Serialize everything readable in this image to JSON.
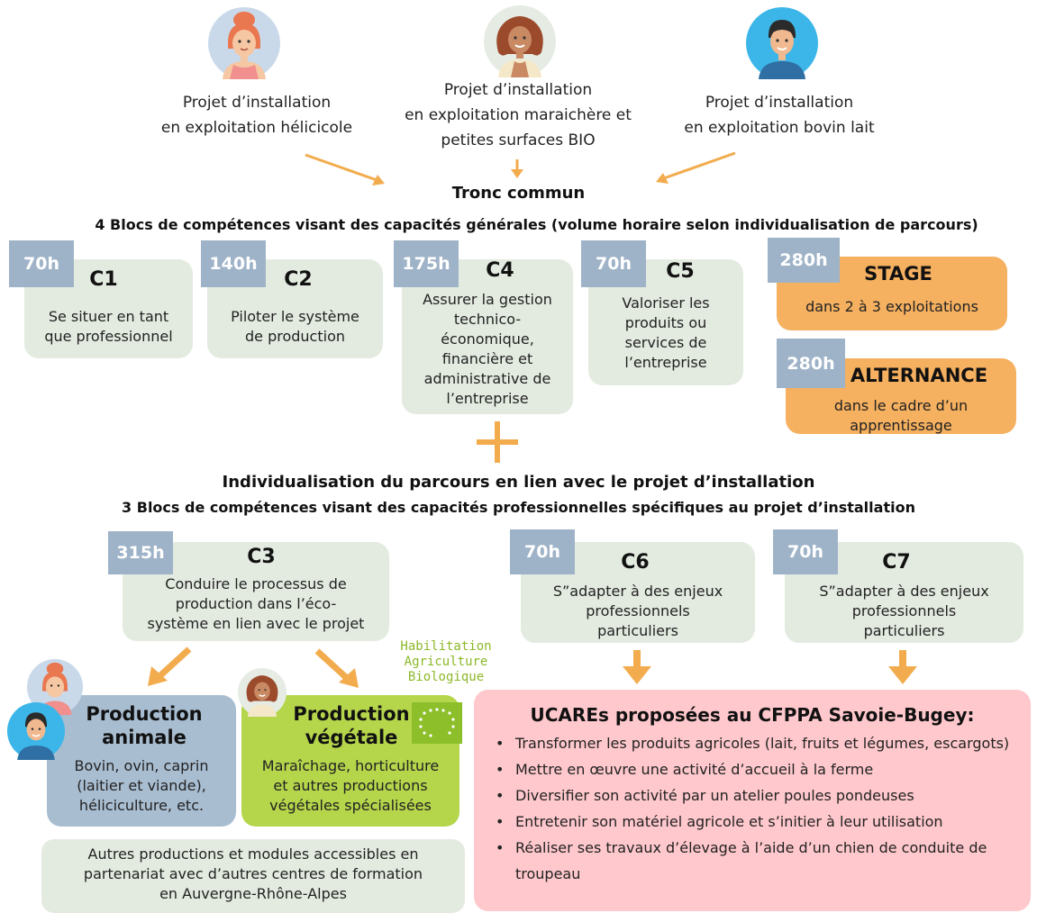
{
  "colors": {
    "green_card": "#e3ebe0",
    "hours_badge": "#9fb3c8",
    "orange": "#f5b060",
    "arrow": "#f2ac4e",
    "animal": "#a9bdd1",
    "vegetal": "#b5d54b",
    "ucare": "#ffc8cc",
    "bio_text": "#8cb828"
  },
  "profiles": [
    {
      "icon": "woman-avatar-icon",
      "text": "Projet d’installation\nen exploitation hélicicole"
    },
    {
      "icon": "curly-woman-avatar-icon",
      "text": "Projet d’installation\nen exploitation maraichère et\npetites surfaces BIO"
    },
    {
      "icon": "man-avatar-icon",
      "text": "Projet d’installation\nen exploitation bovin lait"
    }
  ],
  "tronc": {
    "title": "Tronc commun",
    "subtitle": "4 Blocs de compétences visant des capacités générales (volume horaire selon individualisation de parcours)"
  },
  "blocks_top": [
    {
      "hours": "70h",
      "code": "C1",
      "text": "Se situer en tant\nque professionnel"
    },
    {
      "hours": "140h",
      "code": "C2",
      "text": "Piloter le système\nde production"
    },
    {
      "hours": "175h",
      "code": "C4",
      "text": "Assurer la gestion\ntechnico-\néconomique,\nfinancière et\nadministrative de\nl’entreprise"
    },
    {
      "hours": "70h",
      "code": "C5",
      "text": "Valoriser les\nproduits ou\nservices de\nl’entreprise"
    }
  ],
  "stage": {
    "hours": "280h",
    "title": "STAGE",
    "text": "dans 2 à 3 exploitations"
  },
  "alternance": {
    "hours": "280h",
    "title": "ALTERNANCE",
    "text": "dans le cadre d’un\napprentissage"
  },
  "individualisation": {
    "title": "Individualisation du parcours en lien avec le projet d’installation",
    "subtitle": "3 Blocs de compétences visant des capacités professionnelles spécifiques au projet d’installation"
  },
  "blocks_bottom": [
    {
      "hours": "315h",
      "code": "C3",
      "text": "Conduire le processus de\nproduction dans l’éco-\nsystème en lien avec le projet"
    },
    {
      "hours": "70h",
      "code": "C6",
      "text": "S”adapter à des enjeux\nprofessionnels\nparticuliers"
    },
    {
      "hours": "70h",
      "code": "C7",
      "text": "S”adapter à des enjeux\nprofessionnels\nparticuliers"
    }
  ],
  "production_animale": {
    "title": "Production\nanimale",
    "text": "Bovin, ovin, caprin\n(laitier et viande),\nhéliciculture, etc."
  },
  "production_vegetale": {
    "title": "Production\nvégétale",
    "text": "Maraîchage, horticulture\net autres productions\nvégétales spécialisées"
  },
  "habilitation": "Habilitation\nAgriculture\nBiologique",
  "bio_logo": "eu-organic-leaf-logo-icon",
  "autres": "Autres productions et modules accessibles en\npartenariat avec d’autres centres de formation\nen Auvergne-Rhône-Alpes",
  "ucare": {
    "title": "UCAREs proposées au CFPPA Savoie-Bugey:",
    "items": [
      "Transformer les produits agricoles (lait, fruits et légumes, escargots)",
      "Mettre en œuvre une activité d’accueil à la ferme",
      "Diversifier son activité par un atelier poules pondeuses",
      "Entretenir son matériel agricole et s’initier à leur utilisation",
      "Réaliser ses travaux d’élevage à l’aide d’un chien de conduite de troupeau"
    ]
  }
}
